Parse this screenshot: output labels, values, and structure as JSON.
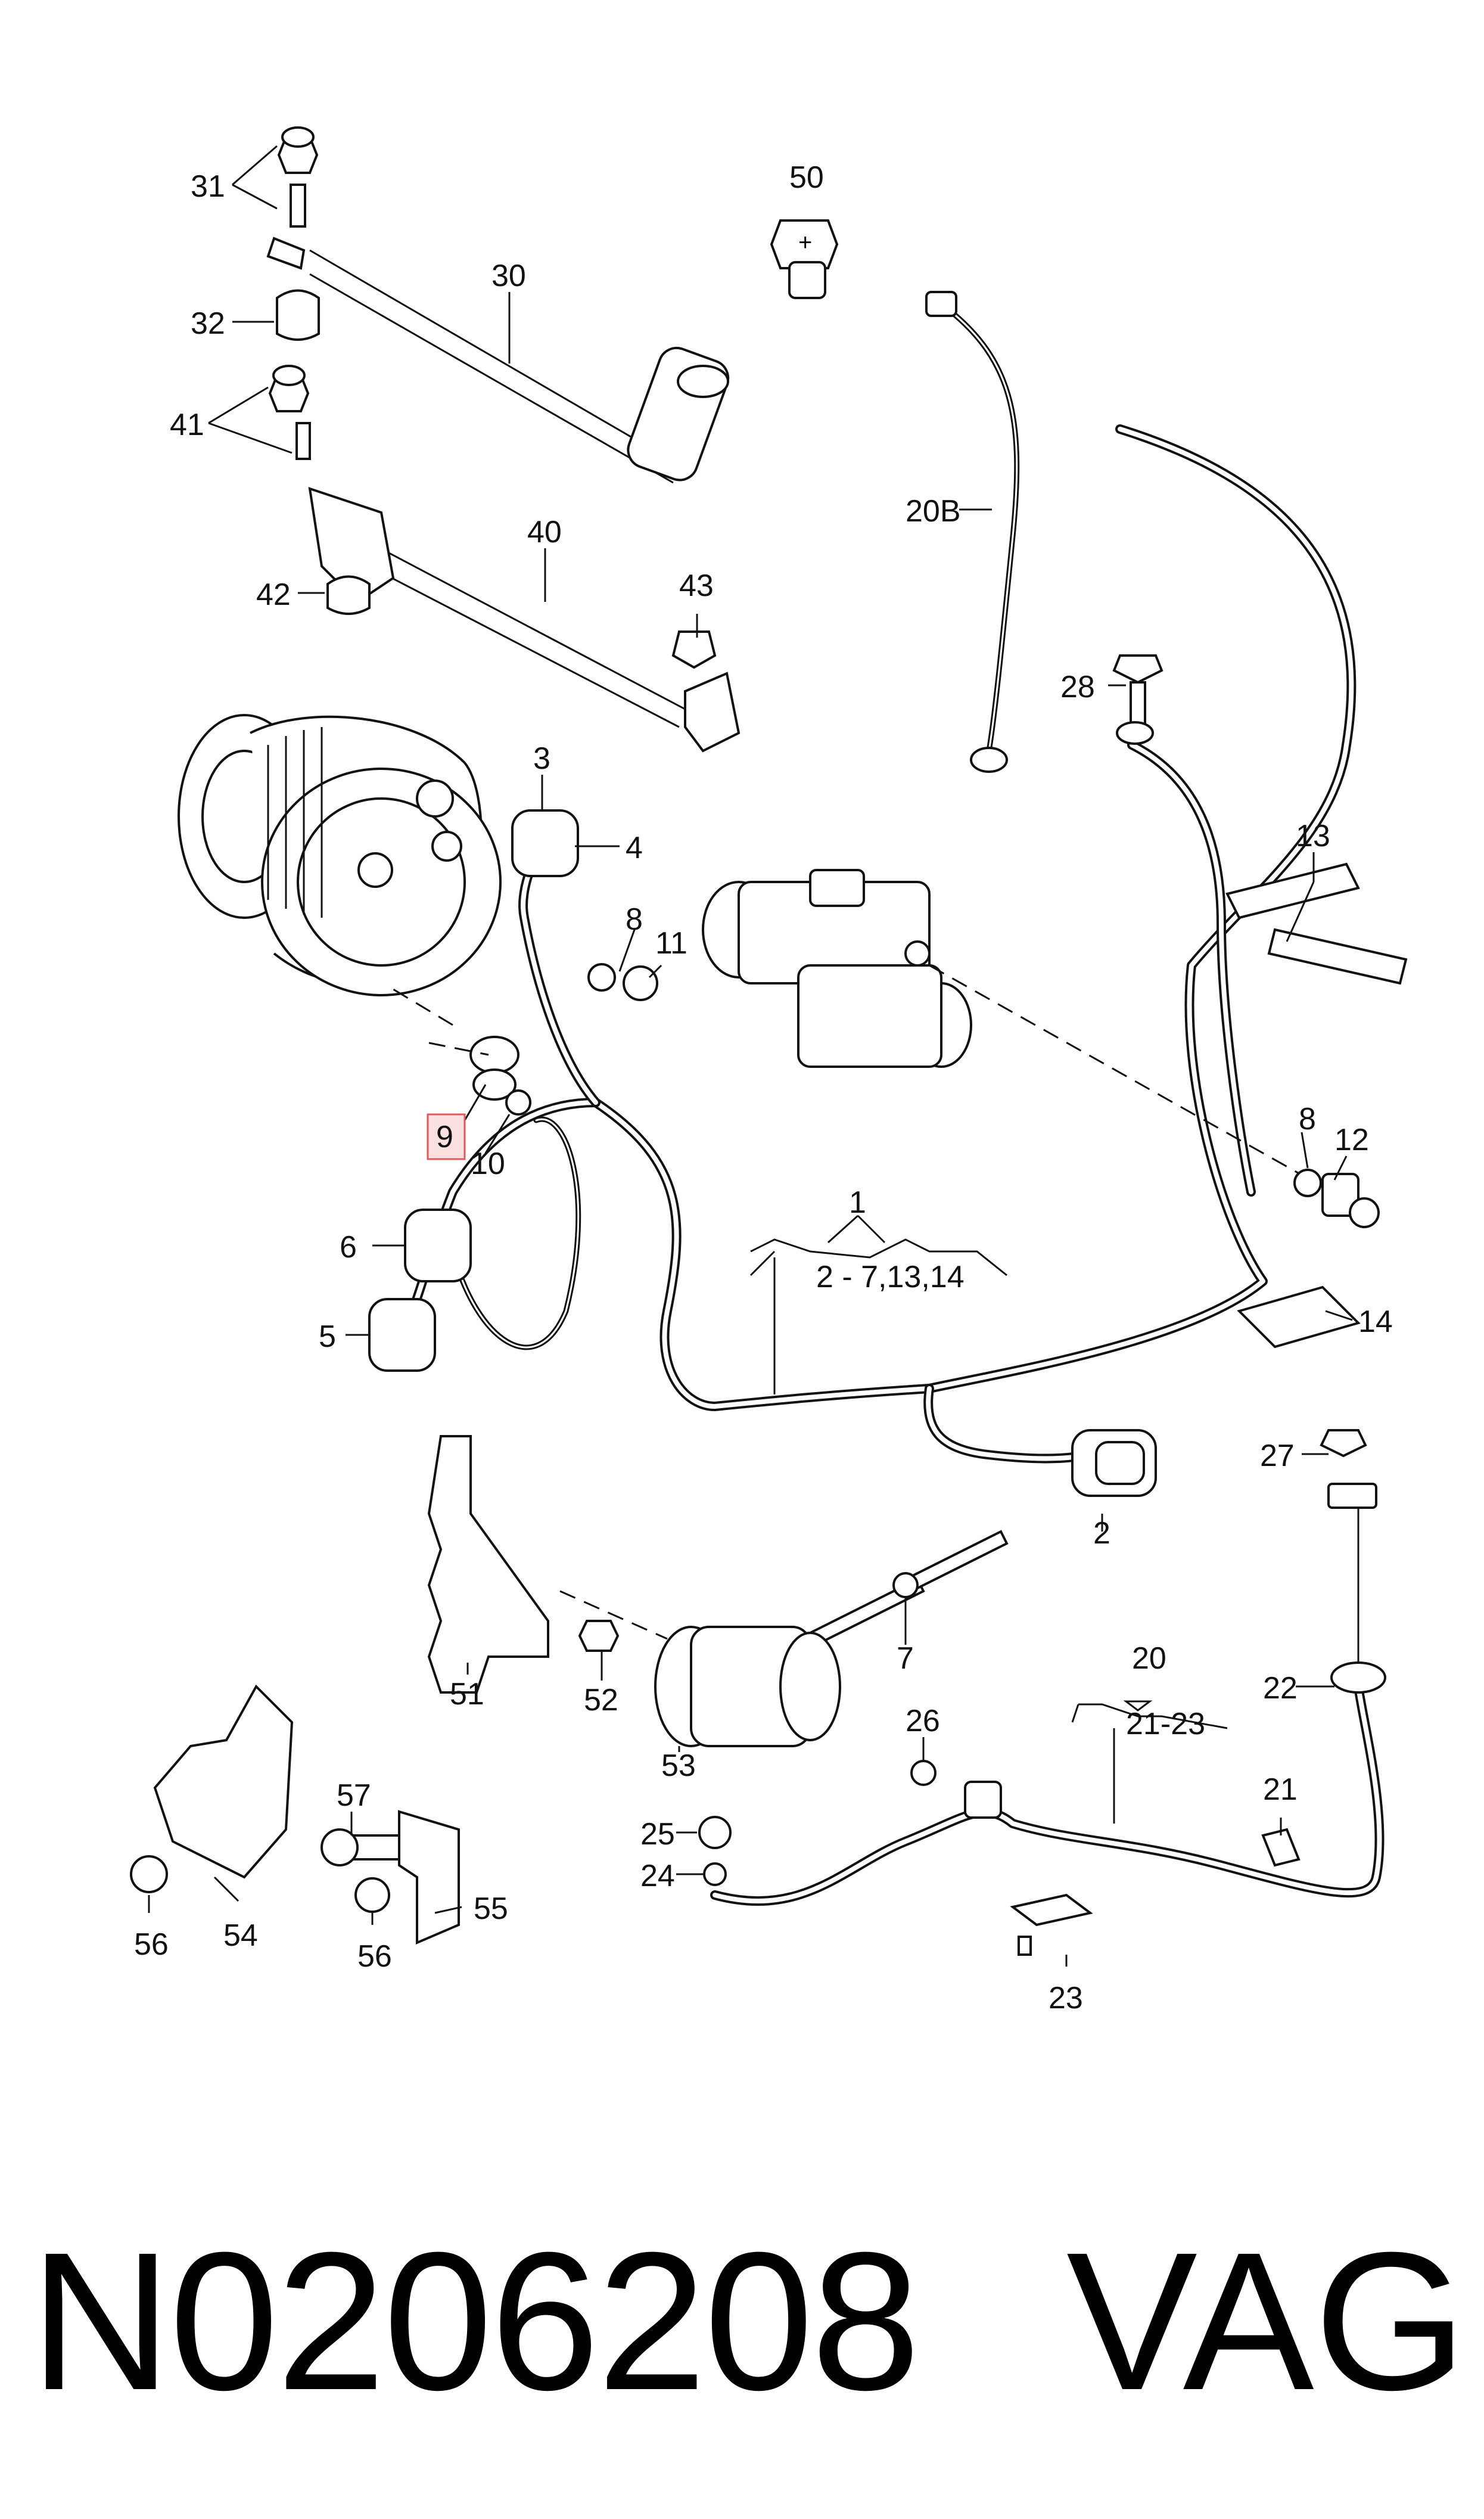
{
  "callouts": {
    "c31": "31",
    "c32": "32",
    "c30": "30",
    "c41": "41",
    "c40": "40",
    "c42": "42",
    "c43": "43",
    "c50": "50",
    "c20b": "20B",
    "c28": "28",
    "c13": "13",
    "c3": "3",
    "c4": "4",
    "c8a": "8",
    "c11": "11",
    "c9": "9",
    "c10": "10",
    "c8b": "8",
    "c12": "12",
    "c14": "14",
    "c6": "6",
    "c5": "5",
    "c1": "1",
    "c1sub": "2 - 7,13,14",
    "c2": "2",
    "c7": "7",
    "c27": "27",
    "c51": "51",
    "c52": "52",
    "c53": "53",
    "c20": "20",
    "c20sub": "21-23",
    "c22": "22",
    "c21": "21",
    "c26": "26",
    "c25": "25",
    "c24": "24",
    "c23": "23",
    "c57": "57",
    "c56a": "56",
    "c54": "54",
    "c56b": "56",
    "c55": "55"
  },
  "highlight": {
    "label": "9",
    "color": "#e05a5a"
  },
  "footer": {
    "part_number": "N0206208",
    "brand": "VAG"
  }
}
